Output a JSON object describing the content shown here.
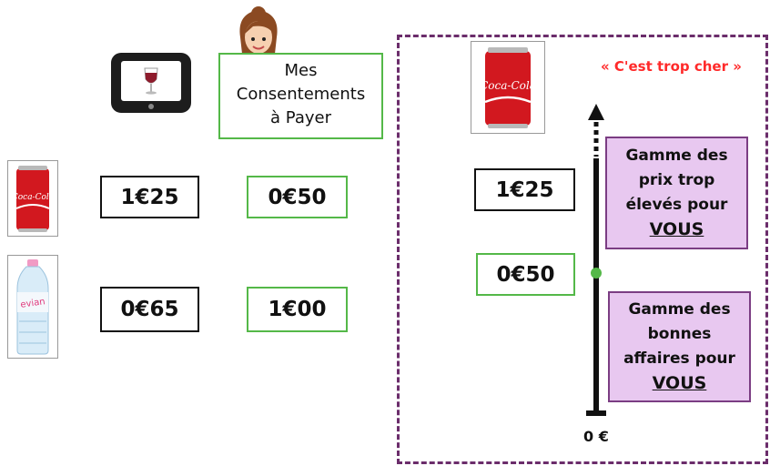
{
  "consent": {
    "line1": "Mes",
    "line2": "Consentements",
    "line3": "à Payer"
  },
  "products": [
    {
      "name": "coca-cola",
      "price": "1€25",
      "wtp": "0€50"
    },
    {
      "name": "evian",
      "price": "0€65",
      "wtp": "1€00"
    }
  ],
  "product_brands": {
    "coca": "Coca-Cola",
    "evian": "evian"
  },
  "scale": {
    "too_expensive_label": "« C'est trop cher »",
    "price_box": "1€25",
    "wtp_box": "0€50",
    "zero_label": "0 €",
    "high_range": {
      "line1": "Gamme des",
      "line2": "prix trop",
      "line3": "élevés pour",
      "you": "VOUS"
    },
    "low_range": {
      "line1": "Gamme des",
      "line2": "bonnes",
      "line3": "affaires pour",
      "you": "VOUS"
    }
  },
  "colors": {
    "green": "#54b848",
    "purple_border": "#7b3d83",
    "purple_fill": "#e8c8f0",
    "red_text": "#ff2a2a",
    "dashed": "#6b2d6b"
  }
}
